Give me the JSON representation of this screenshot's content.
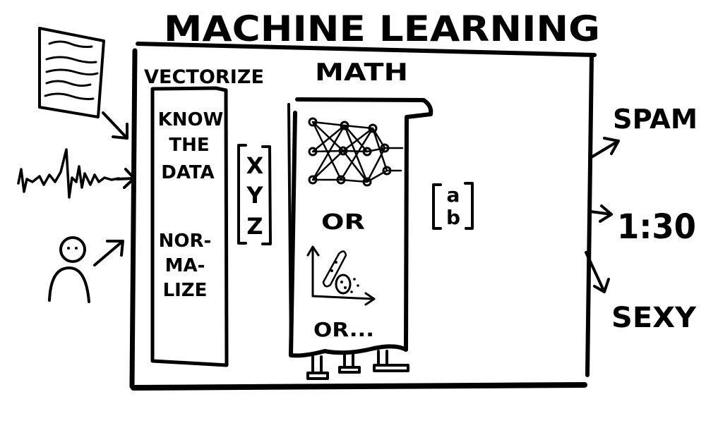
{
  "title": "MACHINE LEARNING",
  "stages": {
    "vectorize": {
      "label": "VECTORIZE",
      "know_lines": [
        "KNOW",
        "THE",
        "DATA"
      ],
      "normalize_lines": [
        "NOR-",
        "MA-",
        "LIZE"
      ]
    },
    "math": {
      "label": "MATH",
      "or_1": "OR",
      "or_2": "OR..."
    }
  },
  "feature_vector": [
    "X",
    "Y",
    "Z"
  ],
  "output_vector": [
    "a",
    "b"
  ],
  "outputs": [
    "SPAM",
    "1:30",
    "SEXY"
  ],
  "icons": [
    "document-icon",
    "waveform-icon",
    "person-icon",
    "neural-network-icon",
    "scatter-plot-icon",
    "arrow-icon"
  ],
  "colors": {
    "ink": "#000000",
    "background": "#ffffff"
  }
}
